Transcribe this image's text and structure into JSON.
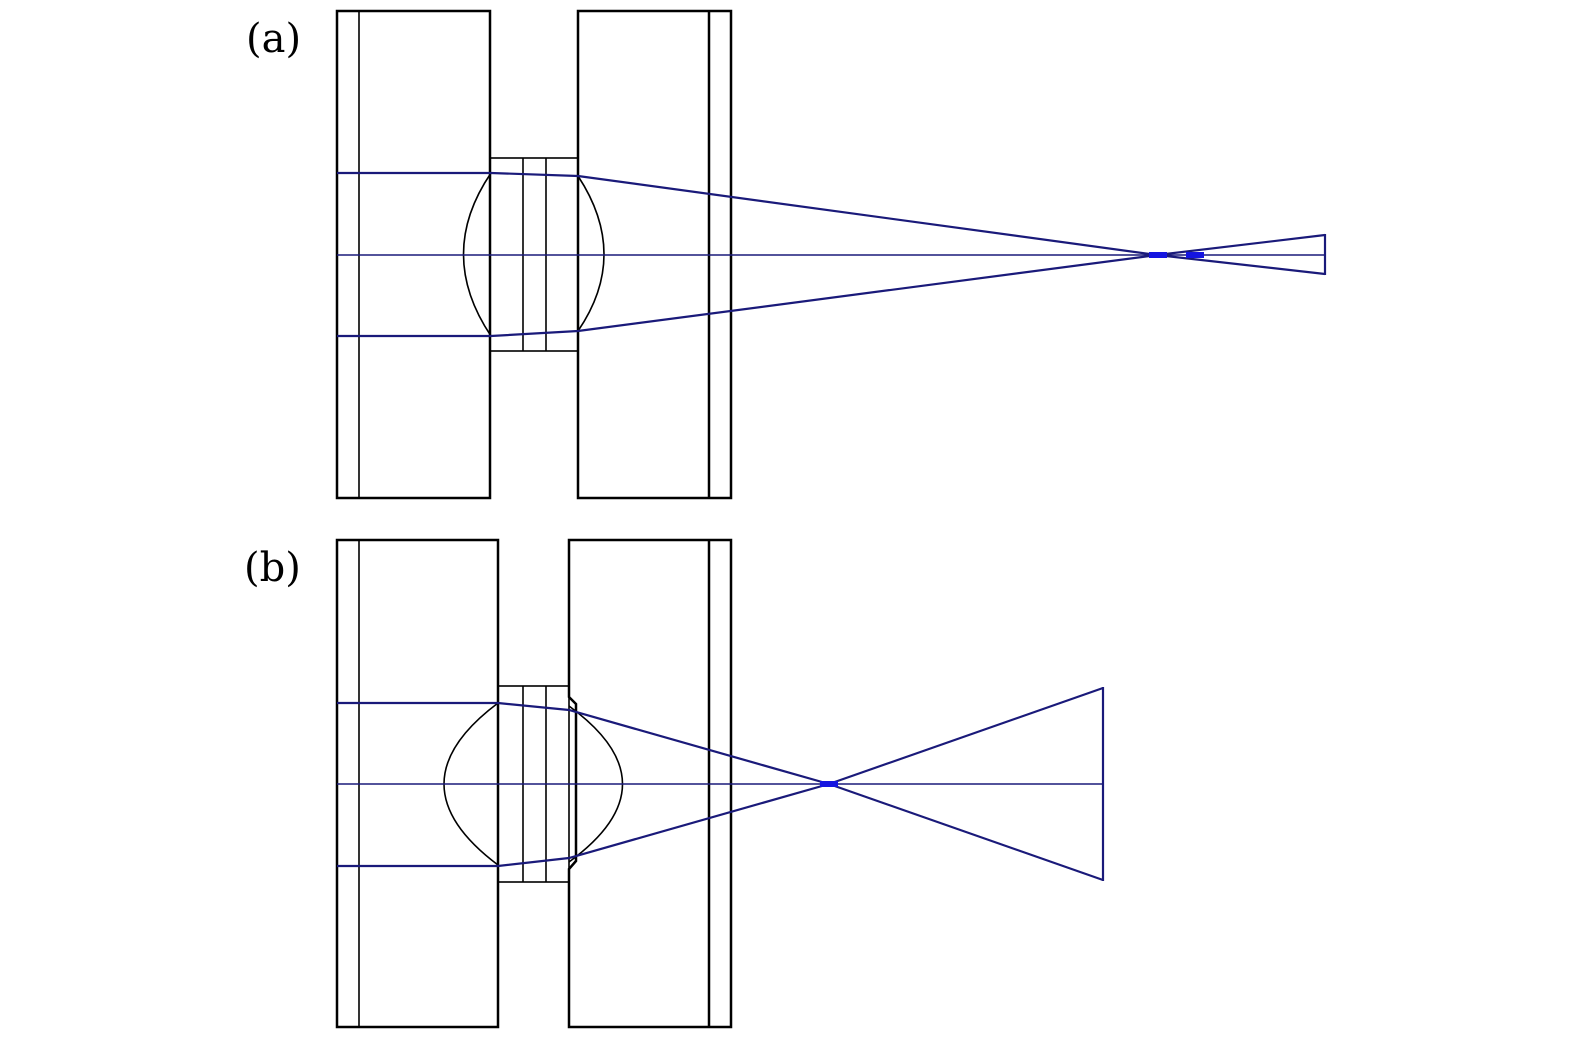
{
  "figure": {
    "panels": [
      {
        "id": "a",
        "label": "(a)"
      },
      {
        "id": "b",
        "label": "(b)"
      }
    ],
    "colors": {
      "ray": "#1a1a7a",
      "focus_marker": "#1515e0",
      "structure": "#000000",
      "background": "#ffffff"
    }
  }
}
